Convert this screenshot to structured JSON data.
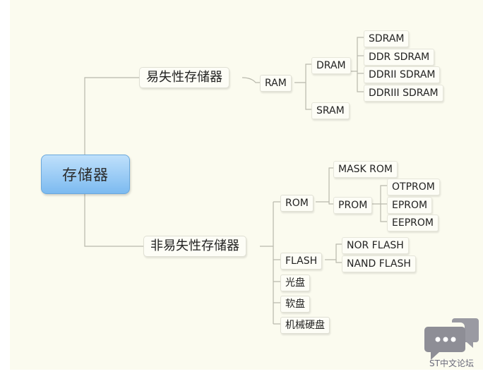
{
  "mindmap": {
    "root": "存储器",
    "volatile": {
      "label": "易失性存储器",
      "ram": "RAM",
      "dram": "DRAM",
      "dram_types": [
        "SDRAM",
        "DDR SDRAM",
        "DDRII SDRAM",
        "DDRIII SDRAM"
      ],
      "sram": "SRAM"
    },
    "nonvolatile": {
      "label": "非易失性存储器",
      "rom": "ROM",
      "mask_rom": "MASK ROM",
      "prom": "PROM",
      "prom_types": [
        "OTPROM",
        "EPROM",
        "EEPROM"
      ],
      "flash": "FLASH",
      "flash_types": [
        "NOR FLASH",
        "NAND FLASH"
      ],
      "optical": "光盘",
      "floppy": "软盘",
      "hdd": "机械硬盘"
    }
  },
  "watermark": {
    "text": "ST中文论坛"
  },
  "colors": {
    "background": "#fbfbef",
    "connector": "#b8b8ac",
    "root_fill_top": "#bfe0fb",
    "root_fill_bottom": "#7cbaf0",
    "watermark_icon": "#8e8e96"
  }
}
